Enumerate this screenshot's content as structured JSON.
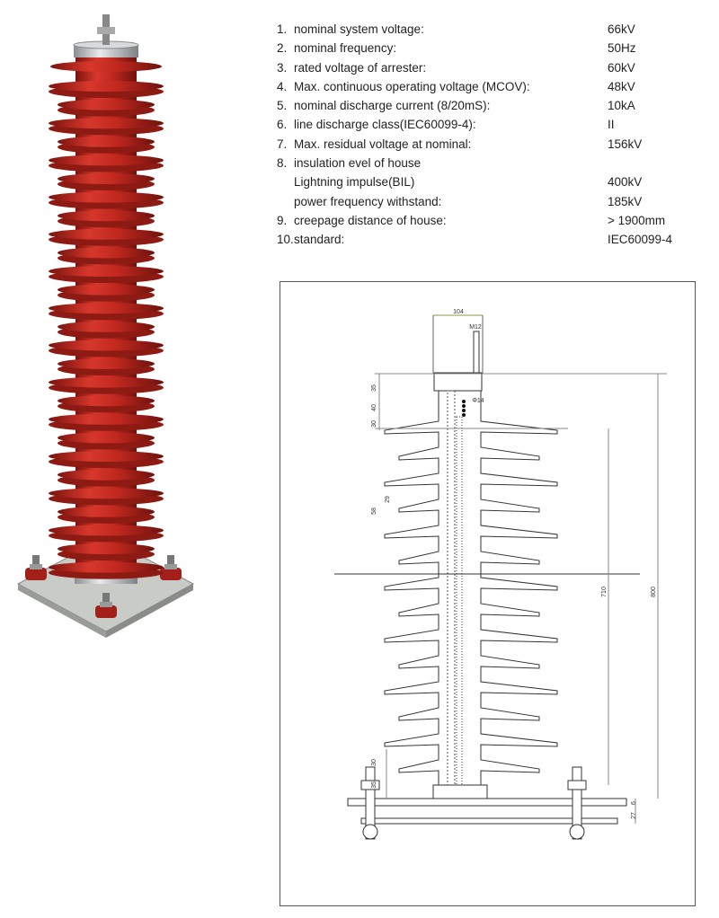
{
  "specs": [
    {
      "num": "1.",
      "label": "nominal system voltage:",
      "value": "66kV"
    },
    {
      "num": "2.",
      "label": "nominal frequency:",
      "value": "50Hz"
    },
    {
      "num": "3.",
      "label": "rated voltage of arrester:",
      "value": "60kV"
    },
    {
      "num": "4.",
      "label": "Max. continuous operating voltage (MCOV):",
      "value": "48kV"
    },
    {
      "num": "5.",
      "label": "nominal discharge current (8/20mS):",
      "value": "10kA"
    },
    {
      "num": "6.",
      "label": "line discharge class(IEC60099-4):",
      "value": "II"
    },
    {
      "num": "7.",
      "label": "Max. residual voltage at nominal:",
      "value": "156kV"
    },
    {
      "num": "8.",
      "label": "insulation evel of house",
      "value": ""
    },
    {
      "num": "",
      "label": "Lightning impulse(BIL)",
      "value": "400kV"
    },
    {
      "num": "",
      "label": "power frequency withstand:",
      "value": "185kV"
    },
    {
      "num": "9.",
      "label": "creepage distance of house:",
      "value": "> 1900mm"
    },
    {
      "num": "10.",
      "label": "standard:",
      "value": "IEC60099-4"
    }
  ],
  "drawing": {
    "dims": {
      "top_width": "104",
      "bolt": "M12",
      "cap_h": "35",
      "flange_h": "40",
      "shed_gap_top": "30",
      "bore": "Φ14",
      "shed_pitch": "29",
      "shed_pair": "58",
      "creep_len": "710",
      "total_h": "800",
      "base_a": "30",
      "base_b": "35",
      "plate_t": "6",
      "base_h": "27"
    }
  },
  "colors": {
    "housing": "#c0281f",
    "housing_dark": "#8e1a14",
    "metal": "#b8bcbf",
    "line": "#333333"
  }
}
